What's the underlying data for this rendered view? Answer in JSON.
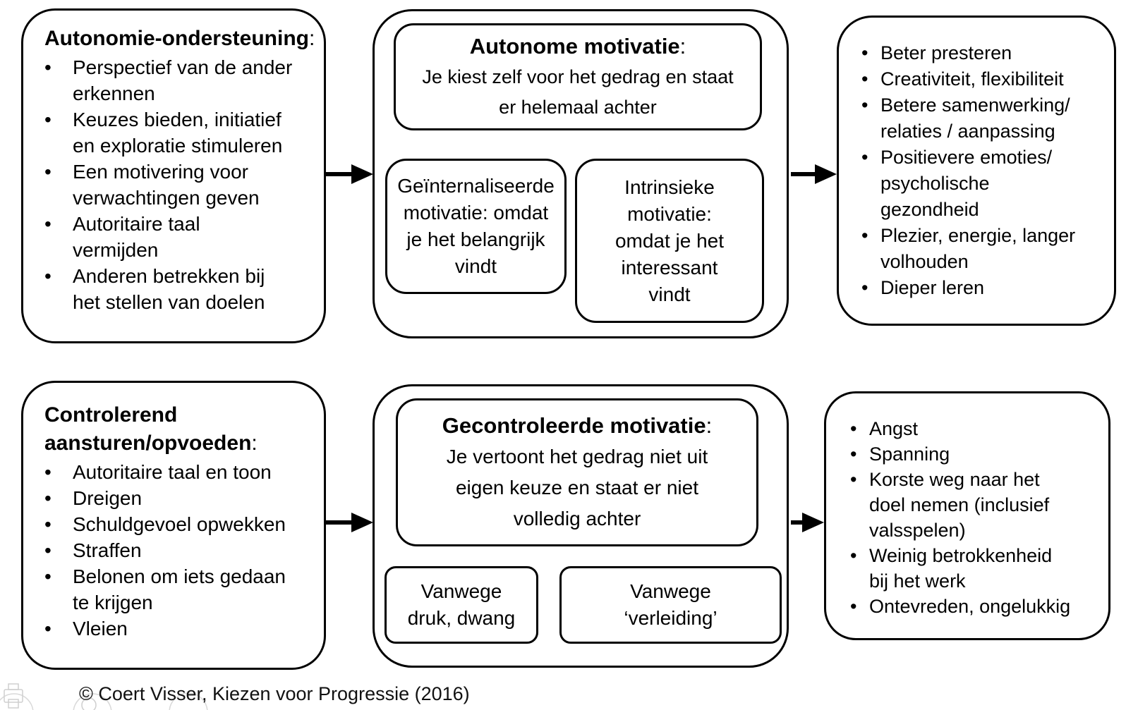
{
  "bullet_char": "•",
  "colors": {
    "ink": "#000000",
    "background": "#ffffff",
    "ghost": "#d9d9d9"
  },
  "top_row": {
    "left_box": {
      "title": "Autonomie-ondersteuning",
      "title_suffix": ":",
      "items": [
        "Perspectief van de ander\nerkennen",
        "Keuzes bieden, initiatief\nen exploratie stimuleren",
        "Een motivering voor\nverwachtingen geven",
        "Autoritaire taal\nvermijden",
        "Anderen betrekken bij\nhet stellen van doelen"
      ]
    },
    "center_box": {
      "header_title": "Autonome motivatie",
      "header_title_suffix": ":",
      "header_body": "Je kiest zelf voor het gedrag en staat\ner helemaal achter",
      "sub_left": "Geïnternaliseerde\nmotivatie: omdat\nje het belangrijk\nvindt",
      "sub_right": "Intrinsieke\nmotivatie:\nomdat je het\ninteressant\nvindt"
    },
    "right_box": {
      "items": [
        "Beter presteren",
        "Creativiteit, flexibiliteit",
        "Betere samenwerking/\nrelaties / aanpassing",
        "Positievere emoties/\npsycholische\ngezondheid",
        "Plezier, energie, langer\nvolhouden",
        "Dieper leren"
      ]
    }
  },
  "bottom_row": {
    "left_box": {
      "title": "Controlerend\naansturen/opvoeden",
      "title_suffix": ":",
      "items": [
        "Autoritaire taal en toon",
        "Dreigen",
        "Schuldgevoel opwekken",
        "Straffen",
        "Belonen om iets gedaan\nte krijgen",
        "Vleien"
      ]
    },
    "center_box": {
      "header_title": "Gecontroleerde motivatie",
      "header_title_suffix": ":",
      "header_body": "Je vertoont het gedrag niet uit\neigen keuze en staat er niet\nvolledig achter",
      "sub_left": "Vanwege\ndruk, dwang",
      "sub_right": "Vanwege\n‘verleiding’"
    },
    "right_box": {
      "items": [
        "Angst",
        "Spanning",
        "Korste weg naar het\ndoel nemen (inclusief\nvalsspelen)",
        "Weinig betrokkenheid\nbij het werk",
        "Ontevreden, ongelukkig"
      ]
    }
  },
  "footer": {
    "credit": "© Coert Visser, Kiezen voor Progressie (2016)"
  }
}
